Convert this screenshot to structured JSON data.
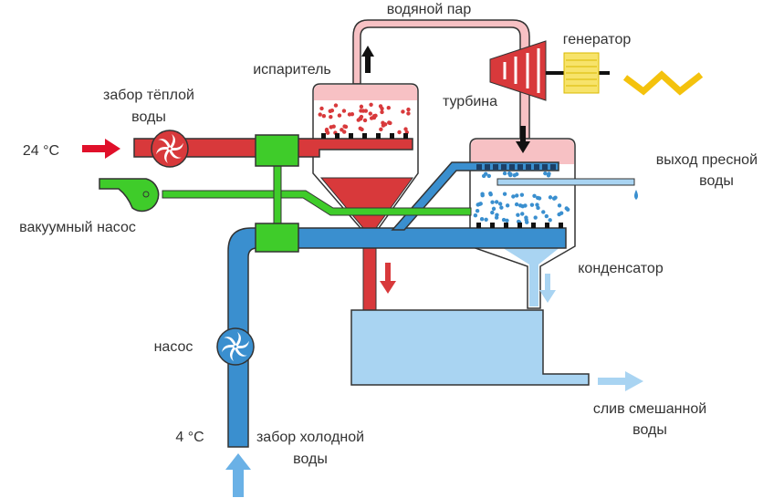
{
  "labels": {
    "steam": "водяной пар",
    "evaporator": "испаритель",
    "generator": "генератор",
    "turbine": "турбина",
    "fresh_water_out_1": "выход пресной",
    "fresh_water_out_2": "воды",
    "warm_intake_1": "забор тёплой",
    "warm_intake_2": "воды",
    "warm_temp": "24 °C",
    "vacuum_pump": "вакуумный насос",
    "condenser": "конденсатор",
    "pump": "насос",
    "cold_temp": "4 °C",
    "cold_intake_1": "забор холодной",
    "cold_intake_2": "воды",
    "mixed_drain_1": "слив смешанной",
    "mixed_drain_2": "воды"
  },
  "colors": {
    "warm": "#d8393b",
    "cold": "#3a8fcf",
    "vacuum": "#3fcc2a",
    "steam": "#f7c1c4",
    "fresh": "#a9d4f2",
    "generator": "#f7e36a",
    "electricity": "#f4c20d"
  }
}
